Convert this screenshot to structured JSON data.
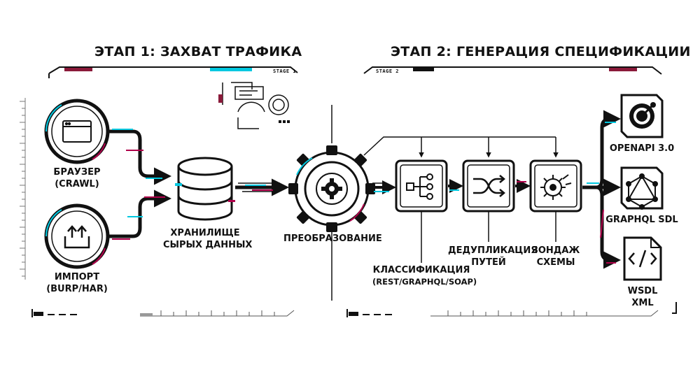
{
  "stage1": {
    "title": "ЭТАП 1: ЗАХВАТ ТРАФИКА",
    "tag": "STAGE 1"
  },
  "stage2": {
    "title": "ЭТАП 2: ГЕНЕРАЦИЯ СПЕЦИФИКАЦИИ",
    "tag": "STAGE 2"
  },
  "sources": [
    {
      "line1": "БРАУЗЕР",
      "line2": "(CRAWL)",
      "icon": "browser-window-icon"
    },
    {
      "line1": "ИМПОРТ",
      "line2": "(BURP/HAR)",
      "icon": "upload-tray-icon"
    }
  ],
  "storage": {
    "line1": "ХРАНИЛИЩЕ",
    "line2": "СЫРЫХ ДАННЫХ",
    "icon": "database-icon"
  },
  "transform": {
    "label": "ПРЕОБРАЗОВАНИЕ",
    "icon": "gear-icon"
  },
  "steps": [
    {
      "line1": "КЛАССИФИКАЦИЯ",
      "line2": "(REST/GRAPHQL/SOAP)",
      "icon": "hierarchy-icon"
    },
    {
      "line1": "ДЕДУПЛИКАЦИЯ",
      "line2": "ПУТЕЙ",
      "icon": "merge-arrows-icon"
    },
    {
      "line1": "ЗОНДАЖ",
      "line2": "СХЕМЫ",
      "icon": "gear-probe-icon"
    }
  ],
  "outputs": [
    {
      "line1": "OPENAPI 3.0",
      "line2": "",
      "icon": "openapi-icon"
    },
    {
      "line1": "GRAPHQL SDL",
      "line2": "",
      "icon": "graphql-icon"
    },
    {
      "line1": "WSDL",
      "line2": "XML",
      "icon": "code-document-icon"
    }
  ],
  "colors": {
    "ink": "#111111",
    "cyan": "#00c8e0",
    "magenta": "#b0004a",
    "grey": "#9a9a9a"
  }
}
